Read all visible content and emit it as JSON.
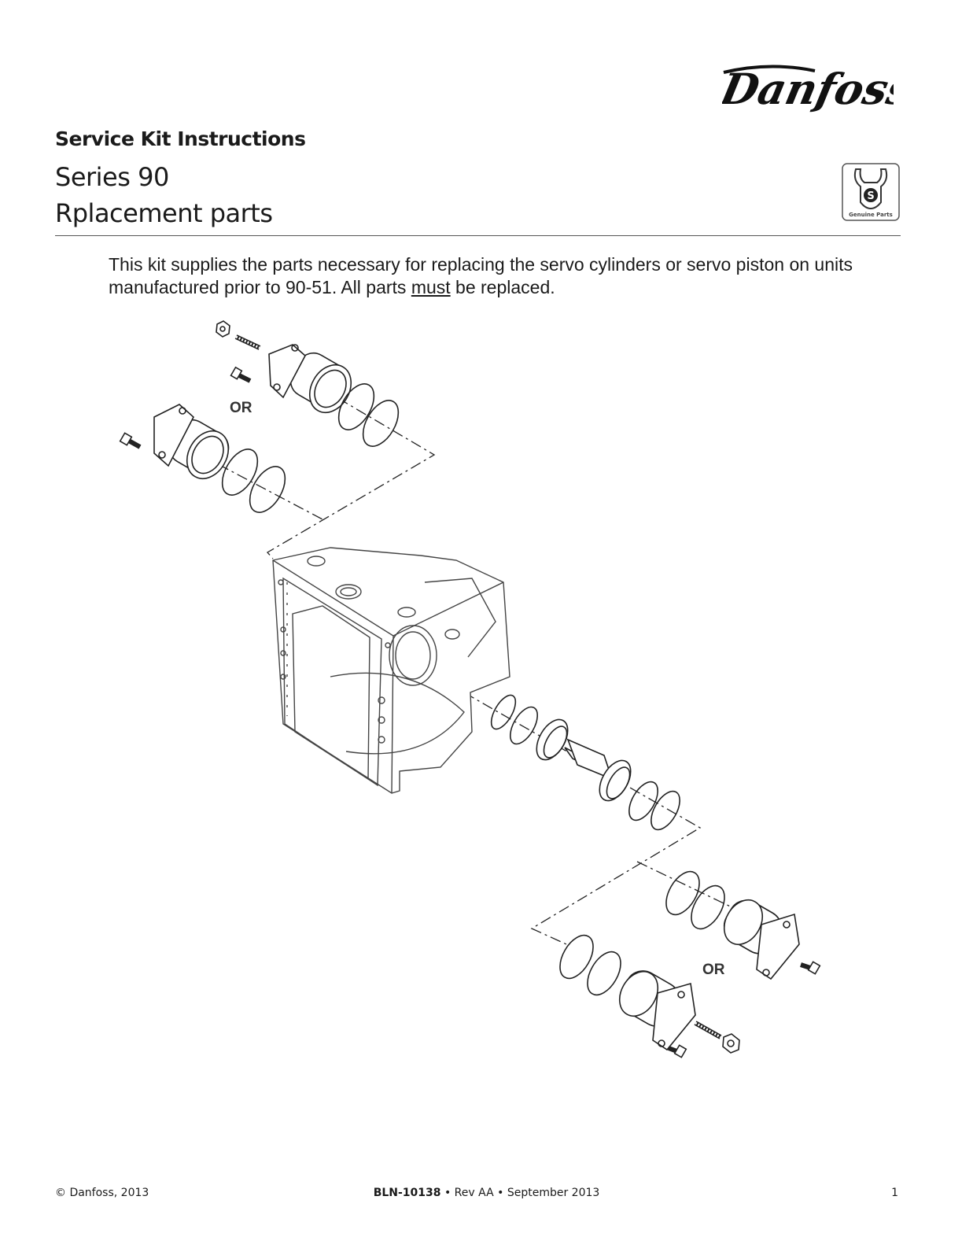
{
  "header": {
    "logo_text": "Danfoss",
    "kicker": "Service Kit Instructions",
    "title_line1": "Series 90",
    "title_line2": "Rplacement parts",
    "badge_label": "Genuine Parts"
  },
  "intro": {
    "text_before": "This kit supplies the parts necessary for replacing the servo cylinders or servo piston on units manufactured prior to 90-51. All parts ",
    "emphasis": "must",
    "text_after": " be replaced."
  },
  "figure": {
    "or_label_top": "OR",
    "or_label_bottom": "OR"
  },
  "footer": {
    "copyright": "© Danfoss, 2013",
    "doc_number": "BLN-10138",
    "revision": "• Rev AA • September 2013",
    "page_number": "1"
  }
}
